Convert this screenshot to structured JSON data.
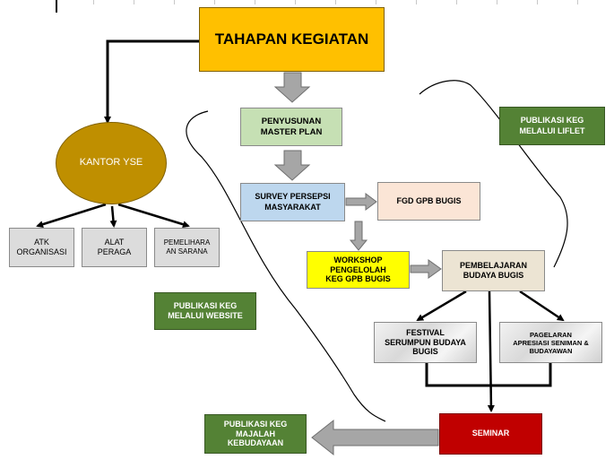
{
  "title": "TAHAPAN KEGIATAN",
  "kantor": "KANTOR YSE",
  "resources": [
    {
      "line1": "ATK",
      "line2": "ORGANISASI"
    },
    {
      "line1": "ALAT",
      "line2": "PERAGA"
    },
    {
      "line1": "PEMELIHARA",
      "line2": "AN SARANA"
    }
  ],
  "master_plan": {
    "line1": "PENYUSUNAN",
    "line2": "MASTER PLAN"
  },
  "survey": {
    "line1": "SURVEY PERSEPSI",
    "line2": "MASYARAKAT"
  },
  "fgd": "FGD GPB BUGIS",
  "workshop": {
    "line1": "WORKSHOP",
    "line2": "PENGELOLAH",
    "line3": "KEG GPB BUGIS"
  },
  "pembelajaran": {
    "line1": "PEMBELAJARAN",
    "line2": "BUDAYA BUGIS"
  },
  "festival": {
    "line1": "FESTIVAL",
    "line2": "SERUMPUN BUDAYA",
    "line3": "BUGIS"
  },
  "pagelaran": {
    "line1": "PAGELARAN",
    "line2": "APRESIASI SENIMAN &",
    "line3": "BUDAYAWAN"
  },
  "seminar": "SEMINAR",
  "pub_liflet": {
    "line1": "PUBLIKASI KEG",
    "line2": "MELALUI LIFLET"
  },
  "pub_website": {
    "line1": "PUBLIKASI KEG",
    "line2": "MELALUI WEBSITE"
  },
  "pub_majalah": {
    "line1": "PUBLIKASI KEG",
    "line2": "MAJALAH",
    "line3": "KEBUDAYAAN"
  },
  "colors": {
    "title_fill": "#ffc000",
    "kantor_fill": "#bf8f00",
    "green_light": "#c6e0b4",
    "blue_light": "#bdd7ee",
    "peach": "#fbe5d6",
    "yellow": "#ffff00",
    "green_dark": "#548235",
    "seminar_red": "#c00000",
    "grey_box": "#dcdcdc",
    "arrow_grey": "#a6a6a6"
  }
}
